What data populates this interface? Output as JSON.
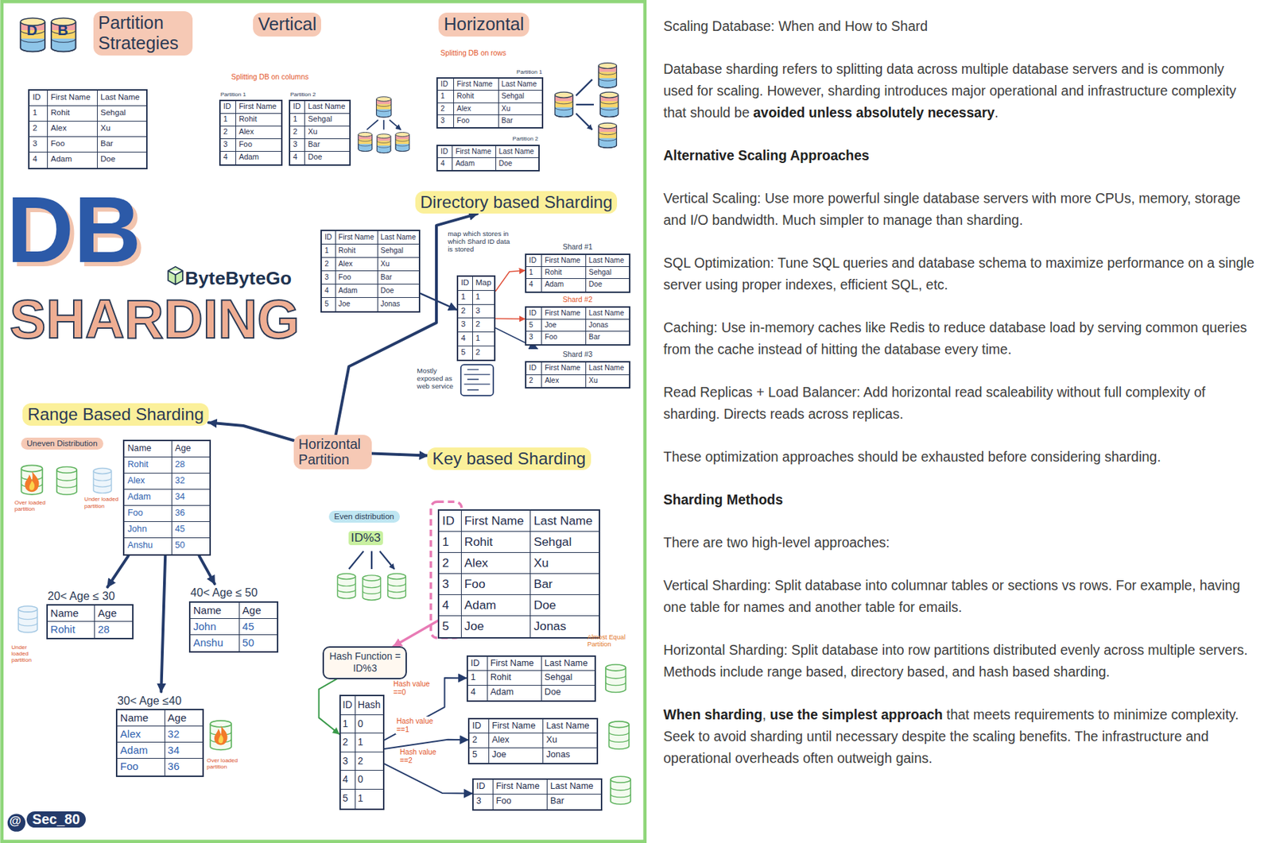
{
  "diagram": {
    "title": "Scaling Database: When and How to Shard",
    "nodes": [
      {
        "text": [
          "Partition Strategies"
        ]
      },
      {
        "text": [
          "Vertical"
        ]
      },
      {
        "text": [
          "Horizontal"
        ]
      },
      {
        "text": [
          "ID",
          "First Name",
          "Last Name",
          "1",
          "Rohit",
          "Sehgal",
          "2",
          "Alex",
          "Xu",
          "3",
          "Foo",
          "Bar",
          "4",
          "Adam",
          "Doe"
        ]
      },
      {
        "text": [
          "Partition 1",
          "ID",
          "First Name",
          "1",
          "Rohit",
          "2",
          "Alex",
          "3",
          "Foo",
          "4",
          "Adam"
        ]
      },
      {
        "text": [
          "Partition 2",
          "ID",
          "Last Name",
          "1",
          "Sehgal",
          "2",
          "Xu",
          "3",
          "Bar",
          "4",
          "Doe"
        ]
      },
      {
        "text": [
          "Partition 1",
          "ID",
          "First Name",
          "Last Name",
          "1",
          "Rohit",
          "Sehgal",
          "2",
          "Alex",
          "Xu",
          "3",
          "Foo",
          "Bar"
        ]
      },
      {
        "text": [
          "Partition 2",
          "ID",
          "First Name",
          "Last Name",
          "4",
          "Adam",
          "Doe"
        ]
      },
      {
        "text": [
          "Directory based Sharding"
        ]
      },
      {
        "text": [
          "ID",
          "First Name",
          "Last Name",
          "1",
          "Rohit",
          "Sehgal",
          "2",
          "Alex",
          "Xu",
          "3",
          "Foo",
          "Bar",
          "4",
          "Adam",
          "Doe",
          "5",
          "Joe",
          "Jonas"
        ]
      },
      {
        "text": [
          "ID",
          "Map",
          "1",
          "1",
          "2",
          "3",
          "3",
          "2",
          "4",
          "1",
          "5",
          "2"
        ]
      },
      {
        "text": [
          "Shard #1",
          "ID",
          "First Name",
          "Last Name",
          "1",
          "Rohit",
          "Sehgal",
          "4",
          "Adam",
          "Doe"
        ]
      },
      {
        "text": [
          "Shard #2",
          "ID",
          "First Name",
          "Last Name",
          "5",
          "Joe",
          "Jonas",
          "3",
          "Foo",
          "Bar"
        ]
      },
      {
        "text": [
          "Shard #3",
          "ID",
          "First Name",
          "Last Name",
          "2",
          "Alex",
          "Xu"
        ]
      },
      {
        "text": [
          "Range Based Sharding"
        ]
      },
      {
        "text": [
          "Uneven Distribution"
        ]
      },
      {
        "text": [
          "Name",
          "Age",
          "Rohit",
          "28",
          "Alex",
          "32",
          "Adam",
          "34",
          "Foo",
          "36",
          "John",
          "45",
          "Anshu",
          "50"
        ]
      },
      {
        "text": [
          "Horizontal Partition"
        ]
      },
      {
        "text": [
          "Key based Sharding"
        ]
      },
      {
        "text": [
          "20< Age ≤ 30",
          "Name",
          "Age",
          "Rohit",
          "28"
        ]
      },
      {
        "text": [
          "40< Age ≤ 50",
          "Name",
          "Age",
          "John",
          "45",
          "Anshu",
          "50"
        ]
      },
      {
        "text": [
          "Even distribution"
        ]
      },
      {
        "text": [
          "ID",
          "First Name",
          "Last Name",
          "1",
          "Rohit",
          "Sehgal",
          "2",
          "Alex",
          "Xu",
          "3",
          "Foo",
          "Bar",
          "4",
          "Adam",
          "Doe",
          "5",
          "Joe",
          "Jonas"
        ]
      },
      {
        "text": [
          "30< Age ≤40",
          "Name",
          "Age",
          "Alex",
          "32",
          "Adam",
          "34",
          "Foo",
          "36"
        ]
      },
      {
        "text": [
          "Hash Function = ID%3"
        ]
      },
      {
        "text": [
          "ID",
          "Hash",
          "1",
          "0",
          "2",
          "1",
          "3",
          "2",
          "4",
          "0",
          "5",
          "1"
        ]
      },
      {
        "text": [
          "ID",
          "First Name",
          "Last Name",
          "1",
          "Rohit",
          "Sehgal",
          "4",
          "Adam",
          "Doe"
        ]
      },
      {
        "text": [
          "ID",
          "First Name",
          "Last Name",
          "2",
          "Alex",
          "Xu",
          "5",
          "Joe",
          "Jonas"
        ]
      },
      {
        "text": [
          "ID",
          "First Name",
          "Last Name",
          "3",
          "Foo",
          "Bar"
        ]
      }
    ],
    "edges": [
      {
        "from": 17,
        "to": 14,
        "arrow": "to"
      },
      {
        "from": 17,
        "to": 8,
        "arrow": "to"
      },
      {
        "from": 17,
        "to": 18,
        "arrow": "to"
      },
      {
        "from": 9,
        "to": 10,
        "arrow": "to"
      },
      {
        "from": 10,
        "to": 11,
        "arrow": "to"
      },
      {
        "from": 10,
        "to": 12,
        "arrow": "to"
      },
      {
        "from": 10,
        "to": 13,
        "arrow": "to"
      },
      {
        "from": 16,
        "to": 19,
        "arrow": "to"
      },
      {
        "from": 16,
        "to": 23,
        "arrow": "to"
      },
      {
        "from": 16,
        "to": 20,
        "arrow": "to"
      },
      {
        "from": 22,
        "to": 24,
        "arrow": "to"
      },
      {
        "from": 24,
        "to": 25,
        "arrow": "to"
      },
      {
        "from": 25,
        "to": 26,
        "label": "Hash value ==0",
        "arrow": "to"
      },
      {
        "from": 25,
        "to": 27,
        "label": "Hash value ==1",
        "arrow": "to"
      },
      {
        "from": 25,
        "to": 28,
        "label": "Hash value ==2",
        "arrow": "to"
      }
    ],
    "labels": [
      "D",
      "B",
      "Splitting DB on columns",
      "Splitting DB on rows",
      "DB",
      "ByteByteGo",
      "SHARDING",
      "map which stores in which Shard ID data is stored",
      "Mostly exposed as web service",
      "Over loaded partition",
      "Under loaded partition",
      "Under loaded partition",
      "ID%3",
      "Over loaded partition",
      "Almost Equal Partition",
      "@",
      "Sec_80",
      "Database sharding refers to splitting data across multiple database servers and is commonly used for scaling. However, sharding introduces major operational and infrastructure complexity that should be",
      "avoided unless absolutely necessary",
      ".",
      "Alternative Scaling Approaches",
      "Vertical Scaling: Use more powerful single database servers with more CPUs, memory, storage and I/O bandwidth. Much simpler to manage than sharding.",
      "SQL Optimization: Tune SQL queries and database schema to maximize performance on a single server using proper indexes, efficient SQL, etc.",
      "Caching: Use in-memory caches like Redis to reduce database load by serving common queries from the cache instead of hitting the database every time.",
      "Read Replicas + Load Balancer: Add horizontal read scaleability without full complexity of sharding. Directs reads across replicas.",
      "These optimization approaches should be exhausted before considering sharding.",
      "Sharding Methods",
      "There are two high-level approaches:",
      "Vertical Sharding: Split database into columnar tables or sections vs rows. For example, having one table for names and another table for emails.",
      "Horizontal Sharding: Split database into row partitions distributed evenly across multiple servers. Methods include range based, directory based, and hash based sharding.",
      "When sharding",
      ",",
      "use the simplest approach",
      "that meets requirements to minimize complexity. Seek to avoid sharding until necessary despite the scaling benefits. The infrastructure and operational overheads often outweigh gains."
    ]
  }
}
